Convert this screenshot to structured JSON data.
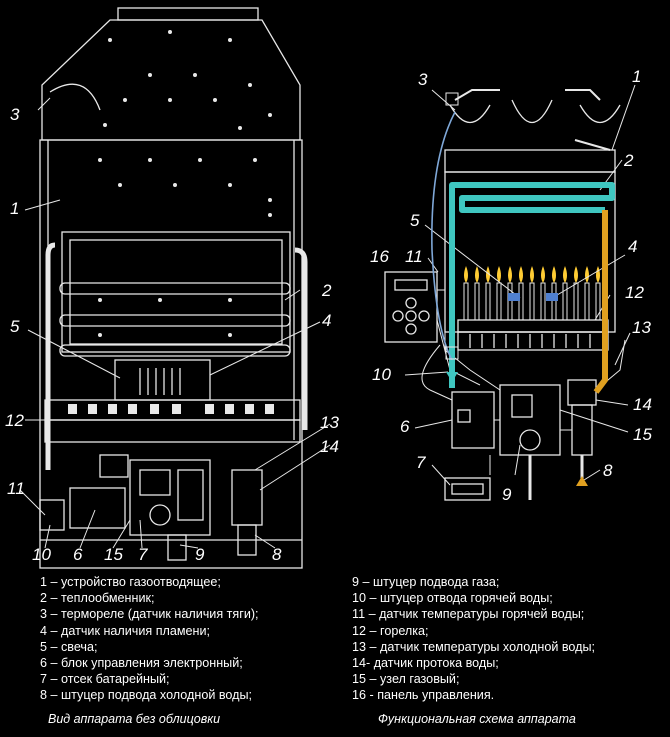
{
  "callouts_left": {
    "n1": "1",
    "n2": "2",
    "n3": "3",
    "n4": "4",
    "n5": "5",
    "n6": "6",
    "n7": "7",
    "n8": "8",
    "n9": "9",
    "n10": "10",
    "n11": "11",
    "n12": "12",
    "n13": "13",
    "n14": "14",
    "n15": "15"
  },
  "callouts_right": {
    "n1": "1",
    "n2": "2",
    "n3": "3",
    "n4": "4",
    "n5": "5",
    "n6": "6",
    "n7": "7",
    "n8": "8",
    "n9": "9",
    "n10": "10",
    "n11": "11",
    "n12": "12",
    "n13": "13",
    "n14": "14",
    "n15": "15",
    "n16": "16"
  },
  "legend_left": [
    "1 – устройство газоотводящее;",
    "2 – теплообменник;",
    "3 – термореле (датчик наличия тяги);",
    "4 – датчик наличия пламени;",
    "5 – свеча;",
    "6 – блок управления электронный;",
    "7 – отсек батарейный;",
    "8 – штуцер подвода холодной воды;"
  ],
  "legend_right": [
    "9 – штуцер подвода газа;",
    "10 – штуцер отвода горячей воды;",
    "11 – датчик температуры горячей воды;",
    "12 – горелка;",
    "13 – датчик температуры холодной воды;",
    "14- датчик протока воды;",
    "15 – узел газовый;",
    "16 - панель управления."
  ],
  "captions": {
    "left": "Вид аппарата без облицовки",
    "right": "Функциональная схема аппарата"
  },
  "colors": {
    "line": "#e8e8e8",
    "hot_water": "#3fc6c0",
    "cold_water": "#e0a020",
    "gas_line": "#7fa8d8",
    "flame": "#ffcc33",
    "background": "#000000"
  }
}
